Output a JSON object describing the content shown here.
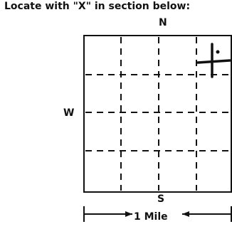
{
  "instruction": "Locate with \"X\" in section below:",
  "compass": {
    "north": "N",
    "south": "S",
    "west": "W"
  },
  "scale_label": "1 Mile"
}
